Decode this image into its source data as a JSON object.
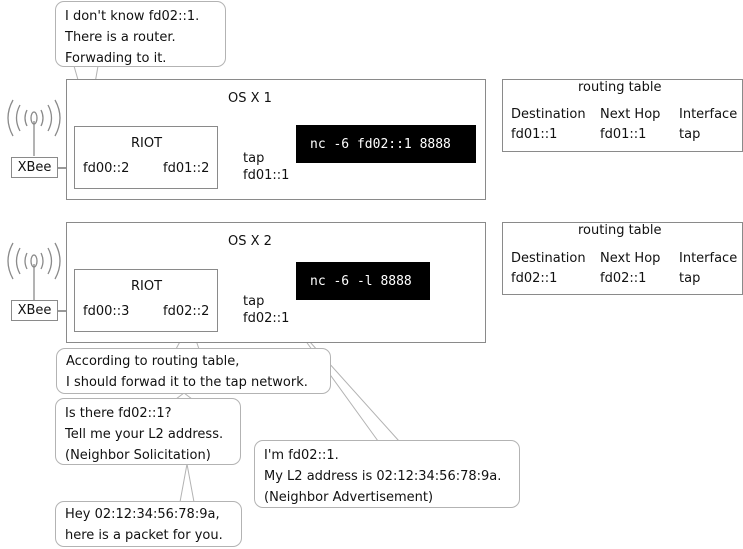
{
  "top": {
    "bubble_lines": [
      "I don't know fd02::1.",
      "There is a router.",
      "Forwading to it."
    ],
    "host_title": "OS X 1",
    "riot_label": "RIOT",
    "xbee_label": "XBee",
    "riot_iface_left": "fd00::2",
    "riot_iface_right": "fd01::2",
    "tap_label": "tap",
    "tap_addr": "fd01::1",
    "command": "nc -6 fd02::1 8888",
    "routing": {
      "title": "routing table",
      "headers": [
        "Destination",
        "Next Hop",
        "Interface"
      ],
      "row": [
        "fd01::1",
        "fd01::1",
        "tap"
      ]
    }
  },
  "bottom": {
    "host_title": "OS X 2",
    "riot_label": "RIOT",
    "xbee_label": "XBee",
    "riot_iface_left": "fd00::3",
    "riot_iface_right": "fd02::2",
    "tap_label": "tap",
    "tap_addr": "fd02::1",
    "command": "nc -6 -l 8888",
    "routing": {
      "title": "routing table",
      "headers": [
        "Destination",
        "Next Hop",
        "Interface"
      ],
      "row": [
        "fd02::1",
        "fd02::1",
        "tap"
      ]
    }
  },
  "bubbles": {
    "routing_decision": [
      "According to routing table,",
      "I should forwad it to the tap network."
    ],
    "neighbor_solicitation": [
      "Is there fd02::1?",
      "Tell me your L2 address.",
      "(Neighbor Solicitation)"
    ],
    "neighbor_advertisement": [
      "I'm fd02::1.",
      "My L2 address is 02:12:34:56:78:9a.",
      "(Neighbor Advertisement)"
    ],
    "packet": [
      "Hey 02:12:34:56:78:9a,",
      "here is a packet for you."
    ]
  },
  "colors": {
    "line": "#8a8a8a",
    "bubble_border": "#b3b3b3",
    "terminal_bg": "#000000",
    "terminal_fg": "#ffffff"
  }
}
